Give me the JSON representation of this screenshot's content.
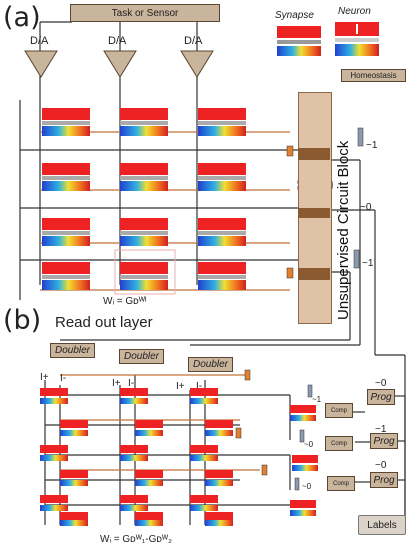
{
  "panels": {
    "a": "(a)",
    "b": "(b)"
  },
  "top": {
    "task_or_sensor": "Task or Sensor",
    "da_labels": [
      "D/A",
      "D/A",
      "D/A"
    ],
    "legend": {
      "synapse": "Synapse",
      "neuron": "Neuron"
    },
    "homeostasis": "Homeostasis",
    "unsupervised_block": "Unsupervised Circuit Block",
    "tilde_labels": [
      "~1",
      "~0",
      "~1"
    ],
    "weight_formula": "Wᵢ = Gᴅᵂᴵ"
  },
  "bottom": {
    "readout_title": "Read out layer",
    "doublers": [
      "Doubler",
      "Doubler",
      "Doubler"
    ],
    "iplus": "I+",
    "iminus": "I-",
    "comps": [
      "Comp",
      "Comp",
      "Comp"
    ],
    "progs": [
      "Prog",
      "Prog",
      "Prog"
    ],
    "comp_tildes": [
      "~1",
      "~0",
      "~0"
    ],
    "output_tildes": [
      "~0",
      "~1",
      "~0"
    ],
    "labels": "Labels",
    "weight_formula": "Wᵢ = Gᴅᵂ₁-Gᴅᵂ₂"
  },
  "colors": {
    "box_fill": "#c9b49c",
    "wire_dark": "#333333",
    "wire_orange": "#c0703a",
    "ucb_fill": "#e0c2a6"
  }
}
